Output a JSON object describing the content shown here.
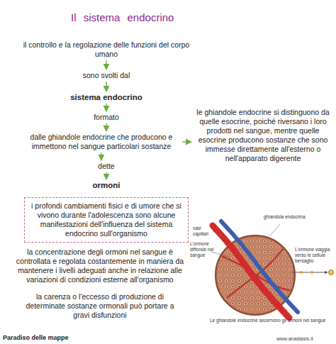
{
  "diagram": {
    "title": "Il sistema endocrino",
    "nodes": [
      {
        "text": [
          "il controllo e la regolazione delle funzioni del corpo umano"
        ]
      },
      {
        "text": [
          "sono svolti dal"
        ]
      },
      {
        "text": [
          "sistema endocrino"
        ]
      },
      {
        "text": [
          "formato"
        ]
      },
      {
        "text": [
          "dalle ghiandole endocrine che producono e immettono nel sangue particolari sostanze"
        ]
      },
      {
        "text": [
          "le ghiandole endocrine si distinguono da quelle esocrine, poiché riversano i loro prodotti nel sangue, mentre quelle esocrine producono sostanze che sono immesse direttamente all'esterno o nell'apparato digerente"
        ]
      },
      {
        "text": [
          "dette"
        ]
      },
      {
        "text": [
          "ormoni"
        ]
      },
      {
        "text": [
          "i profondi cambiamenti fisici e di umore che si vivono durante l'adolescenza sono alcune manifestazioni dell'influenza del sistema endocrino sull'organismo"
        ]
      },
      {
        "text": [
          "la concentrazione degli ormoni nel sangue è controllata e regolata costantemente in maniera da mantenere i livelli adeguati anche in relazione alle variazioni di condizioni esterne all'organismo"
        ]
      },
      {
        "text": [
          "la carenza o l'eccesso di produzione di determinate sostanze ormonali può portare a gravi disfunzioni"
        ]
      }
    ],
    "edges": [
      {
        "from": 0,
        "to": 1,
        "arrow": "to"
      },
      {
        "from": 1,
        "to": 2,
        "arrow": "to"
      },
      {
        "from": 2,
        "to": 3,
        "arrow": "to"
      },
      {
        "from": 3,
        "to": 4,
        "arrow": "to"
      },
      {
        "from": 4,
        "to": 5,
        "arrow": "to"
      },
      {
        "from": 4,
        "to": 6,
        "arrow": "to"
      },
      {
        "from": 6,
        "to": 7,
        "arrow": "to"
      }
    ],
    "labels": [
      "ghiandola endocrina",
      "vasi capillari",
      "L'ormone diffonde nel sangue",
      "L'ormone viaggia verso le cellule bersaglio",
      "Le ghiandole endocrine secernono gli ormoni nel sangue",
      "Paradiso delle mappe",
      "www.anastasis.it"
    ]
  }
}
